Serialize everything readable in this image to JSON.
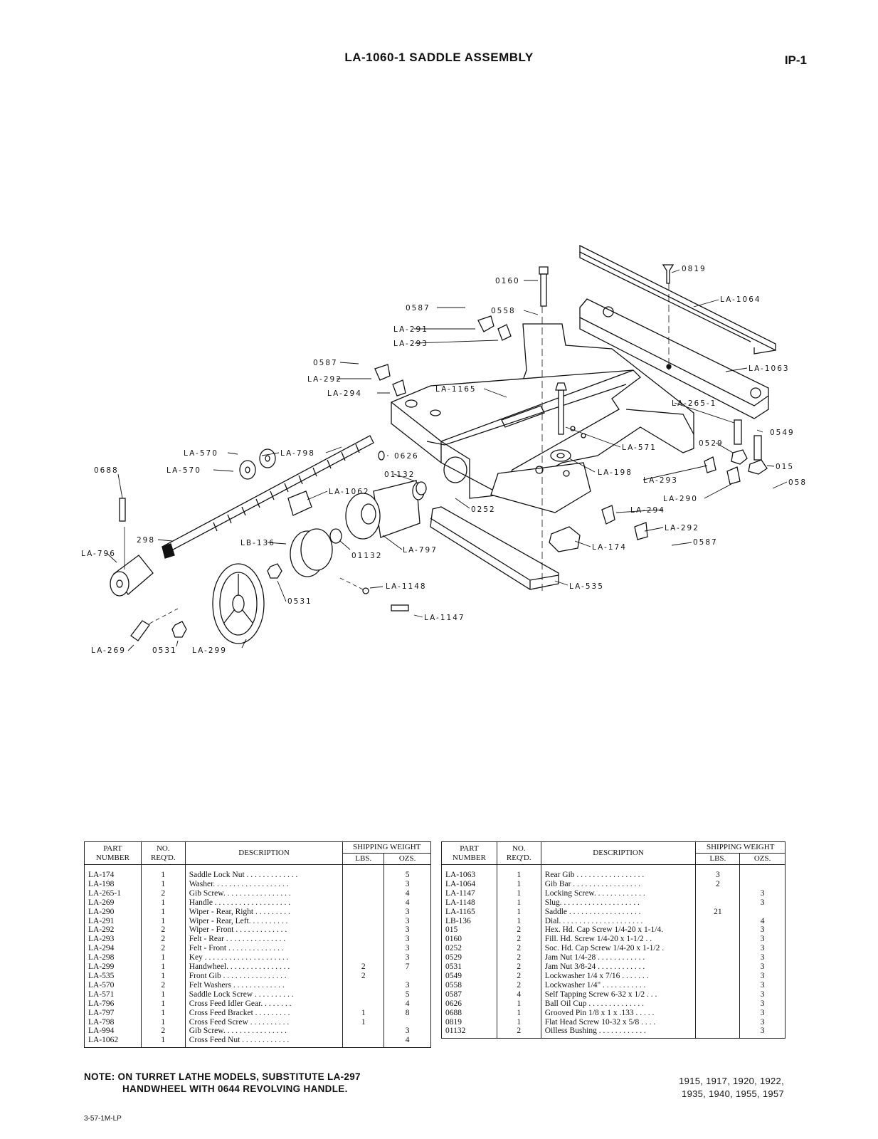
{
  "header": {
    "title": "LA-1060-1 SADDLE ASSEMBLY",
    "page_id": "IP-1"
  },
  "diagram": {
    "callouts": [
      "0160",
      "0819",
      "0587",
      "0558",
      "LA-1064",
      "LA-291",
      "LA-293",
      "0587",
      "LA-1063",
      "LA-292",
      "LA-294",
      "LA-1165",
      "LA-265-1",
      "0549",
      "LA-570",
      "LA-798",
      "0626",
      "LA-571",
      "0529",
      "015",
      "0688",
      "LA-570",
      "01132",
      "LA-1062",
      "LA-198",
      "LA-293",
      "058",
      "0252",
      "LA-290",
      "LA-294",
      "298",
      "LA-292",
      "LB-136",
      "LA-796",
      "01132",
      "LA-797",
      "LA-174",
      "0587",
      "LA-1148",
      "LA-535",
      "0531",
      "LA-1147",
      "LA-269",
      "0531",
      "LA-299"
    ]
  },
  "table": {
    "headers": {
      "part": "PART",
      "number": "NUMBER",
      "no": "NO.",
      "reqd": "REQ'D.",
      "description": "DESCRIPTION",
      "shipping_weight": "SHIPPING WEIGHT",
      "lbs": "LBS.",
      "ozs": "OZS."
    },
    "left_rows": [
      {
        "part": "LA-174",
        "req": "1",
        "desc": "Saddle Lock Nut . . . . . . . . . . . . .",
        "lbs": "",
        "ozs": "5"
      },
      {
        "part": "LA-198",
        "req": "1",
        "desc": "Washer. . . . . . . . . . . . . . . . . . .",
        "lbs": "",
        "ozs": "3"
      },
      {
        "part": "LA-265-1",
        "req": "2",
        "desc": "Gib Screw. . . . . . . . . . . . . . . . .",
        "lbs": "",
        "ozs": "4"
      },
      {
        "part": "LA-269",
        "req": "1",
        "desc": "Handle . . . . . . . . . . . . . . . . . . .",
        "lbs": "",
        "ozs": "4"
      },
      {
        "part": "LA-290",
        "req": "1",
        "desc": "Wiper - Rear, Right . . . . . . . . .",
        "lbs": "",
        "ozs": "3"
      },
      {
        "part": "LA-291",
        "req": "1",
        "desc": "Wiper - Rear, Left. . . . . . . . . .",
        "lbs": "",
        "ozs": "3"
      },
      {
        "part": "LA-292",
        "req": "2",
        "desc": "Wiper - Front . . . . . . . . . . . . .",
        "lbs": "",
        "ozs": "3"
      },
      {
        "part": "LA-293",
        "req": "2",
        "desc": "Felt - Rear . . . . . . . . . . . . . . .",
        "lbs": "",
        "ozs": "3"
      },
      {
        "part": "LA-294",
        "req": "2",
        "desc": "Felt - Front . . . . . . . . . . . . . .",
        "lbs": "",
        "ozs": "3"
      },
      {
        "part": "LA-298",
        "req": "1",
        "desc": "Key . . . . . . . . . . . . . . . . . . . . .",
        "lbs": "",
        "ozs": "3"
      },
      {
        "part": "LA-299",
        "req": "1",
        "desc": "Handwheel. . . . . . . . . . . . . . . .",
        "lbs": "2",
        "ozs": "7"
      },
      {
        "part": "LA-535",
        "req": "1",
        "desc": "Front Gib . . . . . . . . . . . . . . . .",
        "lbs": "2",
        "ozs": ""
      },
      {
        "part": "LA-570",
        "req": "2",
        "desc": "Felt Washers . . . . . . . . . . . . .",
        "lbs": "",
        "ozs": "3"
      },
      {
        "part": "LA-571",
        "req": "1",
        "desc": "Saddle Lock Screw . . . . . . . . . .",
        "lbs": "",
        "ozs": "5"
      },
      {
        "part": "LA-796",
        "req": "1",
        "desc": "Cross Feed Idler Gear. . . . . . . .",
        "lbs": "",
        "ozs": "4"
      },
      {
        "part": "LA-797",
        "req": "1",
        "desc": "Cross Feed Bracket . . . . . . . . .",
        "lbs": "1",
        "ozs": "8"
      },
      {
        "part": "LA-798",
        "req": "1",
        "desc": "Cross Feed Screw . . . . . . . . . .",
        "lbs": "1",
        "ozs": ""
      },
      {
        "part": "LA-994",
        "req": "2",
        "desc": "Gib Screw. . . . . . . . . . . . . . . .",
        "lbs": "",
        "ozs": "3"
      },
      {
        "part": "LA-1062",
        "req": "1",
        "desc": "Cross Feed Nut . . . . . . . . . . . .",
        "lbs": "",
        "ozs": "4"
      }
    ],
    "right_rows": [
      {
        "part": "LA-1063",
        "req": "1",
        "desc": "Rear Gib . . . . . . . . . . . . . . . . .",
        "lbs": "3",
        "ozs": ""
      },
      {
        "part": "LA-1064",
        "req": "1",
        "desc": "Gib Bar . . . . . . . . . . . . . . . . .",
        "lbs": "2",
        "ozs": ""
      },
      {
        "part": "LA-1147",
        "req": "1",
        "desc": "Locking Screw. . . . . . . . . . . . .",
        "lbs": "",
        "ozs": "3"
      },
      {
        "part": "LA-1148",
        "req": "1",
        "desc": "Slug. . . . . . . . . . . . . . . . . . . .",
        "lbs": "",
        "ozs": "3"
      },
      {
        "part": "LA-1165",
        "req": "1",
        "desc": "Saddle . . . . . . . . . . . . . . . . . .",
        "lbs": "21",
        "ozs": ""
      },
      {
        "part": "LB-136",
        "req": "1",
        "desc": "Dial. . . . . . . . . . . . . . . . . . . . .",
        "lbs": "",
        "ozs": "4"
      },
      {
        "part": "015",
        "req": "2",
        "desc": "Hex. Hd. Cap Screw 1/4-20 x 1-1/4.",
        "lbs": "",
        "ozs": "3"
      },
      {
        "part": "0160",
        "req": "2",
        "desc": "Fill. Hd. Screw 1/4-20 x 1-1/2 . .",
        "lbs": "",
        "ozs": "3"
      },
      {
        "part": "0252",
        "req": "2",
        "desc": "Soc. Hd. Cap Screw 1/4-20 x 1-1/2 .",
        "lbs": "",
        "ozs": "3"
      },
      {
        "part": "0529",
        "req": "2",
        "desc": "Jam Nut 1/4-28 . . . . . . . . . . . .",
        "lbs": "",
        "ozs": "3"
      },
      {
        "part": "0531",
        "req": "2",
        "desc": "Jam Nut 3/8-24 . . . . . . . . . . . .",
        "lbs": "",
        "ozs": "3"
      },
      {
        "part": "0549",
        "req": "2",
        "desc": "Lockwasher 1/4 x 7/16 . . . . . . .",
        "lbs": "",
        "ozs": "3"
      },
      {
        "part": "0558",
        "req": "2",
        "desc": "Lockwasher 1/4\" . . . . . . . . . . .",
        "lbs": "",
        "ozs": "3"
      },
      {
        "part": "0587",
        "req": "4",
        "desc": "Self Tapping Screw 6-32 x 1/2 . . .",
        "lbs": "",
        "ozs": "3"
      },
      {
        "part": "0626",
        "req": "1",
        "desc": "Ball Oil Cup . . . . . . . . . . . . . .",
        "lbs": "",
        "ozs": "3"
      },
      {
        "part": "0688",
        "req": "1",
        "desc": "Grooved Pin 1/8 x 1 x .133 . . . . .",
        "lbs": "",
        "ozs": "3"
      },
      {
        "part": "0819",
        "req": "1",
        "desc": "Flat Head Screw 10-32 x 5/8 . . . .",
        "lbs": "",
        "ozs": "3"
      },
      {
        "part": "01132",
        "req": "2",
        "desc": "Oilless Bushing . . . . . . . . . . . .",
        "lbs": "",
        "ozs": "3"
      }
    ]
  },
  "footer": {
    "note_line1": "NOTE: ON TURRET LATHE MODELS, SUBSTITUTE LA-297",
    "note_line2": "HANDWHEEL WITH 0644 REVOLVING HANDLE.",
    "code": "3-57-1M-LP",
    "models_line1": "1915, 1917, 1920, 1922,",
    "models_line2": "1935, 1940, 1955, 1957"
  }
}
